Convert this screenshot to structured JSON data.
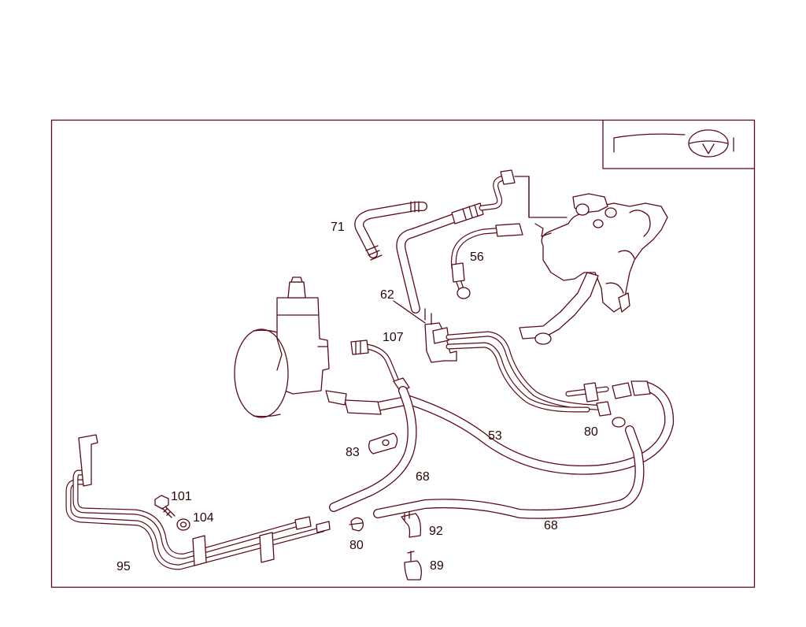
{
  "colors": {
    "line": "#5a0a18",
    "background": "#ffffff",
    "label": "#2a0508"
  },
  "icons": {
    "logo": "steering-wheel-icon"
  },
  "labels": {
    "p71": "71",
    "p62": "62",
    "p56": "56",
    "p107": "107",
    "p53": "53",
    "p80a": "80",
    "p83": "83",
    "p68a": "68",
    "p68b": "68",
    "p101": "101",
    "p104": "104",
    "p80b": "80",
    "p92": "92",
    "p89": "89",
    "p95": "95"
  }
}
